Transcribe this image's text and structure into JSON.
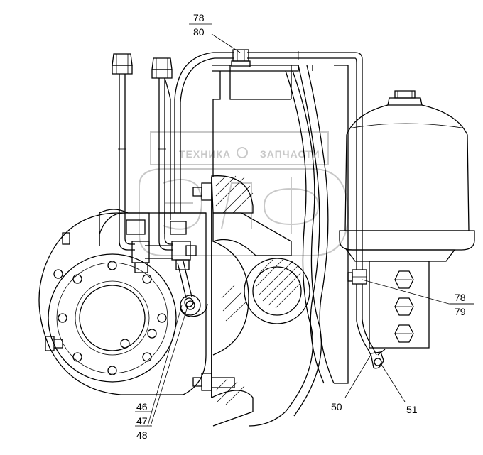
{
  "watermark": {
    "text_left": "ТЕХНИКА",
    "text_right": "ЗАПЧАСТИ",
    "logo_letters": "ЭЛФ",
    "color": "#c8c8c8"
  },
  "callouts": {
    "top": {
      "upper": "78",
      "lower": "80"
    },
    "right": {
      "upper": "78",
      "lower": "79"
    },
    "bottom_left": {
      "a": "46",
      "b": "47",
      "c": "48"
    },
    "pipe": "50",
    "fitting": "51"
  },
  "colors": {
    "line": "#000000",
    "background": "#ffffff"
  }
}
